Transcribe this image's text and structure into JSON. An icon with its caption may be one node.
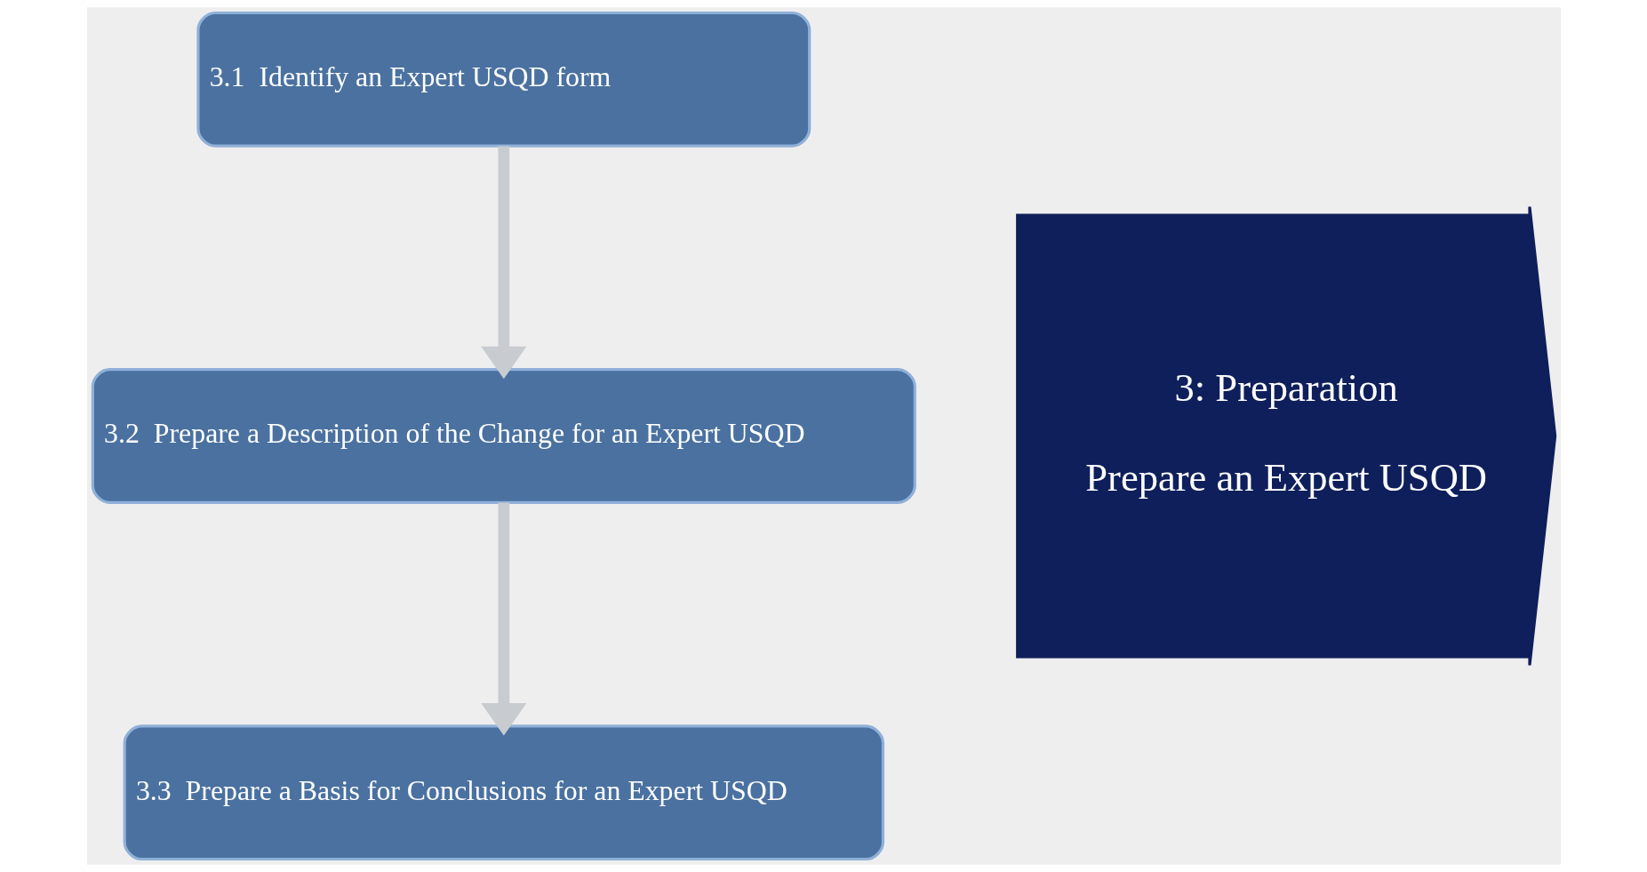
{
  "diagram": {
    "nodes": [
      {
        "text": [
          "3.1  Identify an Expert USQD form"
        ]
      },
      {
        "text": [
          "3.2  Prepare a Description of the Change for an Expert USQD"
        ]
      },
      {
        "text": [
          "3.3  Prepare a Basis for Conclusions for an Expert USQD"
        ]
      },
      {
        "text": [
          "3: Preparation",
          "Prepare an Expert USQD"
        ]
      }
    ],
    "edges": [
      {
        "from": 0,
        "to": 1,
        "arrow": "to"
      },
      {
        "from": 1,
        "to": 2,
        "arrow": "to"
      }
    ]
  }
}
